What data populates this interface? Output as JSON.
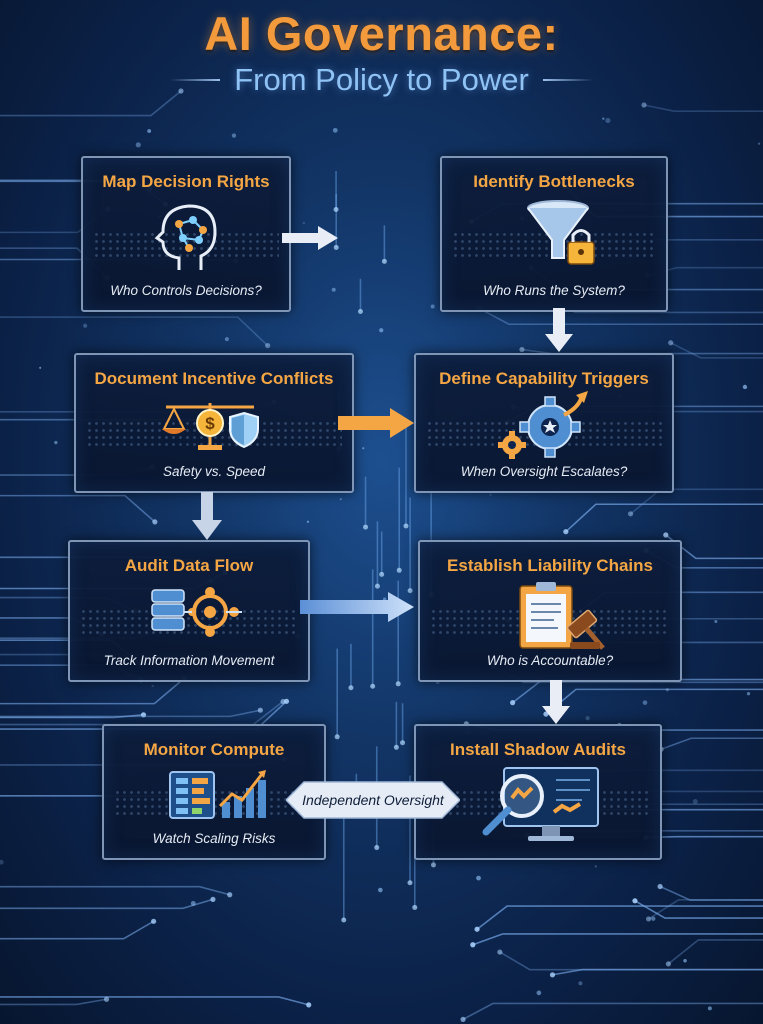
{
  "header": {
    "title": "AI Governance:",
    "subtitle": "From Policy to Power"
  },
  "steps": [
    {
      "title": "Map Decision Rights",
      "caption": "Who Controls Decisions?",
      "icon": "brain-head-icon"
    },
    {
      "title": "Identify Bottlenecks",
      "caption": "Who Runs the System?",
      "icon": "funnel-lock-icon"
    },
    {
      "title": "Document Incentive Conflicts",
      "caption": "Safety vs. Speed",
      "icon": "scales-shield-icon"
    },
    {
      "title": "Define Capability Triggers",
      "caption": "When Oversight Escalates?",
      "icon": "gears-icon"
    },
    {
      "title": "Audit Data Flow",
      "caption": "Track Information Movement",
      "icon": "database-network-icon"
    },
    {
      "title": "Establish Liability Chains",
      "caption": "Who is Accountable?",
      "icon": "clipboard-gavel-icon"
    },
    {
      "title": "Monitor Compute",
      "caption": "Watch Scaling Risks",
      "icon": "compute-chart-icon"
    },
    {
      "title": "Install Shadow Audits",
      "caption": "",
      "icon": "magnifier-monitor-icon"
    }
  ],
  "connector": {
    "label": "Independent Oversight"
  },
  "colors": {
    "accent": "#f5a644",
    "subtitle": "#8fc2f5",
    "border": "#7f95b5",
    "background": "#123566"
  }
}
